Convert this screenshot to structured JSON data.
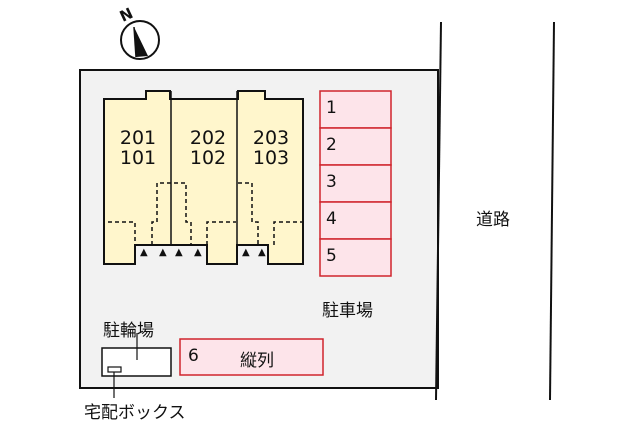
{
  "compass": {
    "label": "N",
    "icon": "north-arrow-icon"
  },
  "site": {
    "boundary_fill": "#f2f2f2"
  },
  "building": {
    "fill": "#fff6cc",
    "units": [
      {
        "upper": "201",
        "lower": "101"
      },
      {
        "upper": "202",
        "lower": "102"
      },
      {
        "upper": "203",
        "lower": "103"
      }
    ],
    "entrance_marker": "▲"
  },
  "parking": {
    "fill": "#fde4ea",
    "border": "#d0242c",
    "spaces": [
      "1",
      "2",
      "3",
      "4",
      "5"
    ],
    "label": "駐車場",
    "tandem": {
      "number": "6",
      "note": "縦列"
    }
  },
  "bicycle_parking": {
    "label": "駐輪場"
  },
  "delivery_box": {
    "label": "宅配ボックス"
  },
  "road": {
    "label": "道路"
  }
}
